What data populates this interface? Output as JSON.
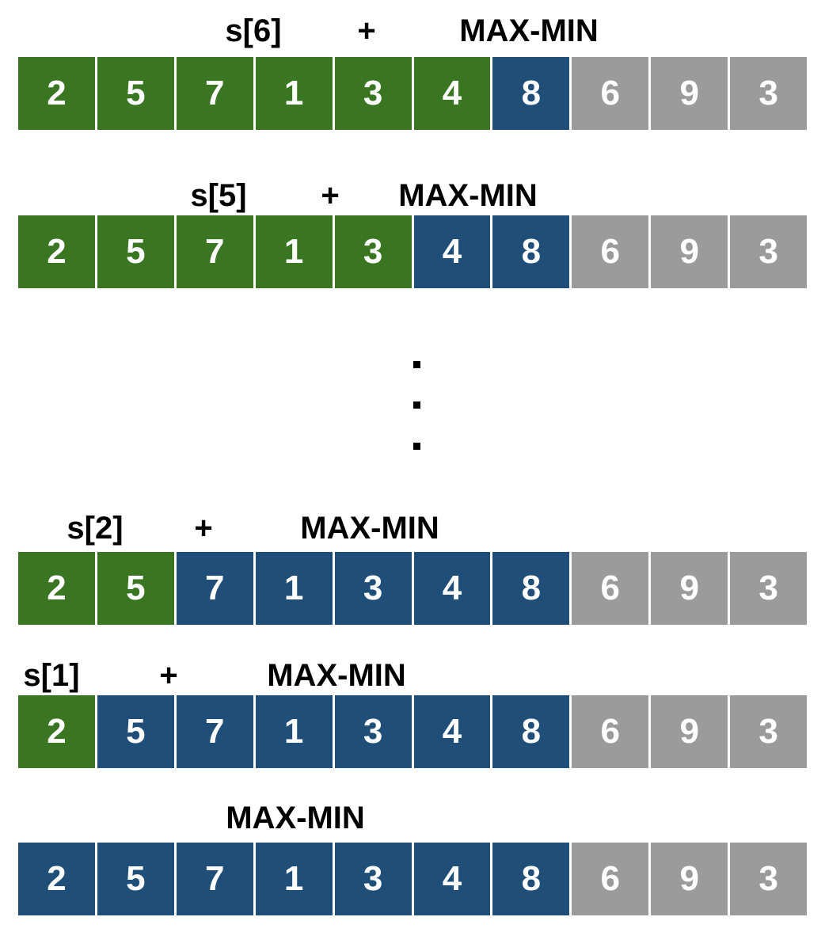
{
  "colors": {
    "green": "#3a7522",
    "blue": "#1f4e79",
    "gray": "#9b9b9b",
    "label": "#000000",
    "cell-text": "#ffffff"
  },
  "ellipsis": {
    "symbol": ".",
    "count": 3
  },
  "rows": [
    {
      "labels": {
        "s": "s[6]",
        "plus": "+",
        "maxmin": "MAX-MIN"
      },
      "cells": [
        {
          "v": "2",
          "c": "green"
        },
        {
          "v": "5",
          "c": "green"
        },
        {
          "v": "7",
          "c": "green"
        },
        {
          "v": "1",
          "c": "green"
        },
        {
          "v": "3",
          "c": "green"
        },
        {
          "v": "4",
          "c": "green"
        },
        {
          "v": "8",
          "c": "blue"
        },
        {
          "v": "6",
          "c": "gray"
        },
        {
          "v": "9",
          "c": "gray"
        },
        {
          "v": "3",
          "c": "gray"
        }
      ]
    },
    {
      "labels": {
        "s": "s[5]",
        "plus": "+",
        "maxmin": "MAX-MIN"
      },
      "cells": [
        {
          "v": "2",
          "c": "green"
        },
        {
          "v": "5",
          "c": "green"
        },
        {
          "v": "7",
          "c": "green"
        },
        {
          "v": "1",
          "c": "green"
        },
        {
          "v": "3",
          "c": "green"
        },
        {
          "v": "4",
          "c": "blue"
        },
        {
          "v": "8",
          "c": "blue"
        },
        {
          "v": "6",
          "c": "gray"
        },
        {
          "v": "9",
          "c": "gray"
        },
        {
          "v": "3",
          "c": "gray"
        }
      ]
    },
    {
      "labels": {
        "s": "s[2]",
        "plus": "+",
        "maxmin": "MAX-MIN"
      },
      "cells": [
        {
          "v": "2",
          "c": "green"
        },
        {
          "v": "5",
          "c": "green"
        },
        {
          "v": "7",
          "c": "blue"
        },
        {
          "v": "1",
          "c": "blue"
        },
        {
          "v": "3",
          "c": "blue"
        },
        {
          "v": "4",
          "c": "blue"
        },
        {
          "v": "8",
          "c": "blue"
        },
        {
          "v": "6",
          "c": "gray"
        },
        {
          "v": "9",
          "c": "gray"
        },
        {
          "v": "3",
          "c": "gray"
        }
      ]
    },
    {
      "labels": {
        "s": "s[1]",
        "plus": "+",
        "maxmin": "MAX-MIN"
      },
      "cells": [
        {
          "v": "2",
          "c": "green"
        },
        {
          "v": "5",
          "c": "blue"
        },
        {
          "v": "7",
          "c": "blue"
        },
        {
          "v": "1",
          "c": "blue"
        },
        {
          "v": "3",
          "c": "blue"
        },
        {
          "v": "4",
          "c": "blue"
        },
        {
          "v": "8",
          "c": "blue"
        },
        {
          "v": "6",
          "c": "gray"
        },
        {
          "v": "9",
          "c": "gray"
        },
        {
          "v": "3",
          "c": "gray"
        }
      ]
    },
    {
      "labels": {
        "maxmin": "MAX-MIN"
      },
      "cells": [
        {
          "v": "2",
          "c": "blue"
        },
        {
          "v": "5",
          "c": "blue"
        },
        {
          "v": "7",
          "c": "blue"
        },
        {
          "v": "1",
          "c": "blue"
        },
        {
          "v": "3",
          "c": "blue"
        },
        {
          "v": "4",
          "c": "blue"
        },
        {
          "v": "8",
          "c": "blue"
        },
        {
          "v": "6",
          "c": "gray"
        },
        {
          "v": "9",
          "c": "gray"
        },
        {
          "v": "3",
          "c": "gray"
        }
      ]
    }
  ]
}
